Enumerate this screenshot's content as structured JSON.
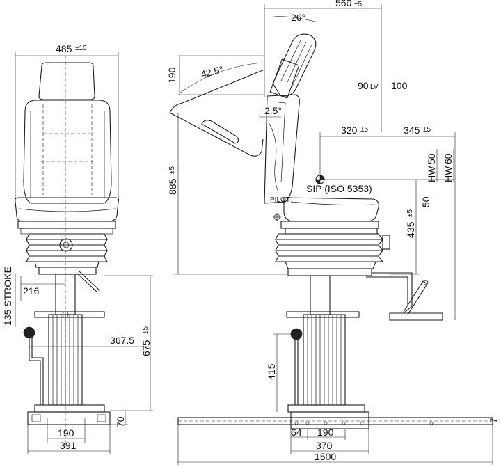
{
  "labels": {
    "width_seat": "485",
    "width_seat_tol": "±10",
    "depth_total": "560",
    "depth_total_tol": "±5",
    "backrest_angle": "26°",
    "recline_angle": "42.5°",
    "head_offset": "190",
    "cushion_angle": "2.5°",
    "lv": "90",
    "lv_sub": "LV",
    "hw_top": "100",
    "sip_front": "320",
    "sip_front_tol": "±5",
    "sip_rear": "345",
    "sip_rear_tol": "±5",
    "hw_plus": "50",
    "hw_plus_tol": "+",
    "hw_minus": "60",
    "hw_minus_tol": "−",
    "hw_label_1": "HW",
    "hw_label_2": "HW",
    "sip_label": "SIP (ISO 5353)",
    "height_total": "885",
    "height_total_tol": "±5",
    "seat_height": "435",
    "seat_height_tol": "±5",
    "hw_50": "50",
    "hw_50_sign": "−",
    "stroke": "135 STROKE",
    "col_offset": "216",
    "lever_offset": "367.5",
    "column_height": "675",
    "column_height_tol": "±5",
    "base_height": "70",
    "base_inner": "190",
    "base_outer": "391",
    "pedal_height": "415",
    "rail_offset": "64",
    "rail_inner": "190",
    "rail_outer": "370",
    "rail_length": "1500",
    "rail_height": "7",
    "brand": "PILOT"
  }
}
